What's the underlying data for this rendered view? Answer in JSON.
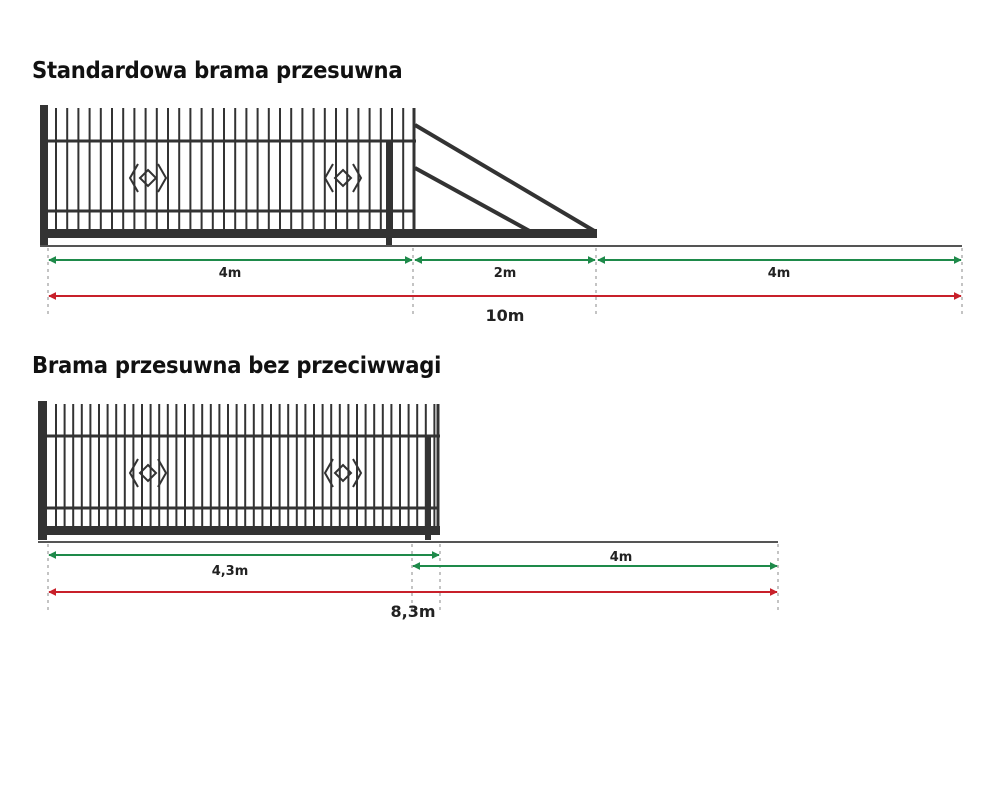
{
  "diagram1": {
    "title": "Standardowa brama przesuwna",
    "segments": [
      "4m",
      "2m",
      "4m"
    ],
    "total": "10m"
  },
  "diagram2": {
    "title": "Brama przesuwna bez przeciwwagi",
    "segments": [
      "4,3m",
      "4m"
    ],
    "total": "8,3m"
  },
  "colors": {
    "gate": "#333333",
    "green": "#1e8a4a",
    "red": "#c8202a"
  }
}
